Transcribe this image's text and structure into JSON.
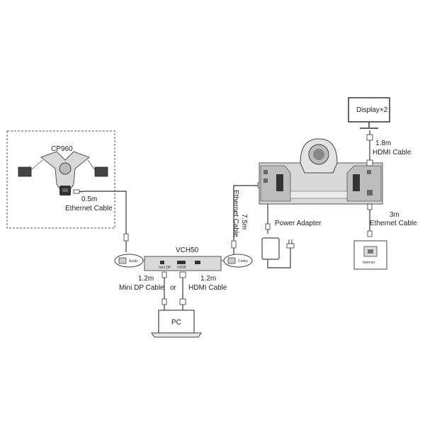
{
  "labels": {
    "cp960": "CP960",
    "cable_05": "0.5m",
    "ethernet_cable_1": "Ethernet Cable",
    "vch50": "VCH50",
    "audio_port": "Audio",
    "codec_port": "Codec",
    "cable_75": "7.5m",
    "ethernet_cable_2": "Ethernet Cable",
    "power_adapter": "Power Adapter",
    "display": "Display×2",
    "cable_18": "1.8m",
    "hdmi_cable_top": "HDMI Cable",
    "cable_3m": "3m",
    "ethernet_cable_3": "Ethernet Cable",
    "internet": "Internet",
    "mini_dp_len": "1.2m",
    "mini_dp_cable": "Mini DP Cable",
    "or": "or",
    "hdmi_len": "1.2m",
    "hdmi_cable_pc": "HDMI Cable",
    "pc": "PC"
  }
}
